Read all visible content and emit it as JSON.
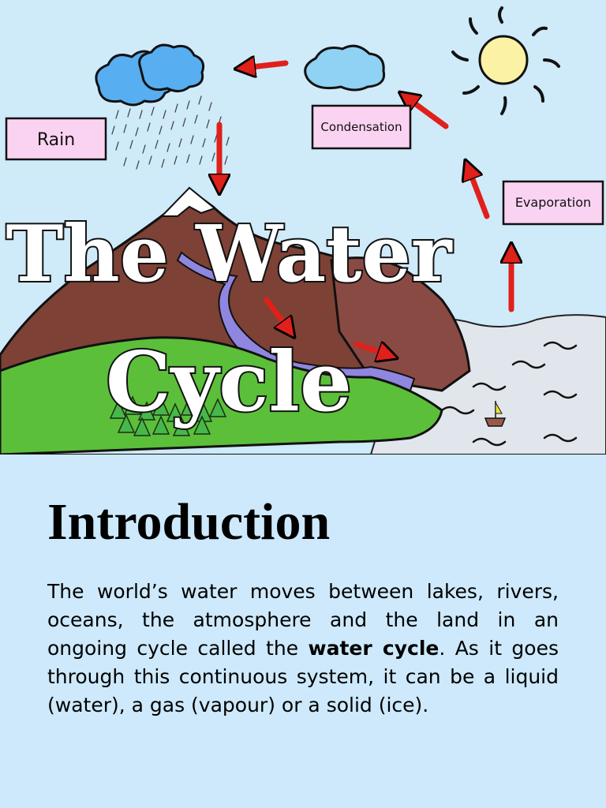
{
  "illustration": {
    "title_line1": "The Water",
    "title_line2": "Cycle",
    "labels": {
      "rain": "Rain",
      "condensation": "Condensation",
      "evaporation": "Evaporation"
    },
    "icons": [
      "sun-icon",
      "cloud-icon",
      "raindrops-icon",
      "arrow-icon",
      "mountain-icon",
      "tree-icon",
      "boat-icon",
      "wave-icon"
    ],
    "colors": {
      "sky": "#cfeaf9",
      "label_fill": "#fbd3f2",
      "cloud": "#57aef0",
      "arrow": "#e0201b",
      "mountain": "#80443a",
      "grass": "#5bbf3a",
      "river": "#8f86e0",
      "sea": "#dfe5ec",
      "sun": "#fbf2a6"
    }
  },
  "intro": {
    "heading": "Introduction",
    "body_part1": "The world’s water moves between lakes, rivers, oceans, the atmosphere and the land in an ongoing cycle called the ",
    "body_bold": "water cycle",
    "body_part2": ". As it goes through this continuous system, it can be a liquid (water), a gas (vapour) or a solid (ice)."
  }
}
